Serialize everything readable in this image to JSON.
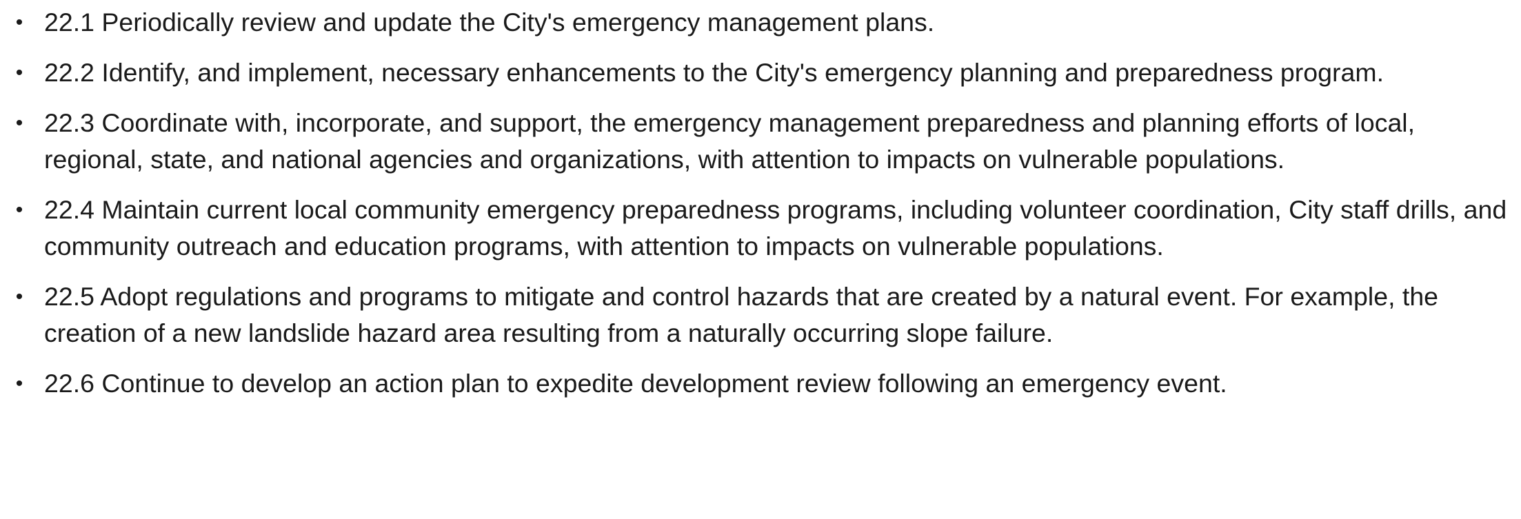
{
  "bullet_glyph": "•",
  "items": [
    {
      "text": "22.1 Periodically review and update the City's emergency management plans."
    },
    {
      "text": "22.2 Identify, and implement, necessary enhancements to the City's emergency planning and preparedness program."
    },
    {
      "text": "22.3 Coordinate with, incorporate, and support, the emergency management preparedness and planning efforts of local, regional, state, and national agencies and organizations, with attention to impacts on vulnerable populations."
    },
    {
      "text": "22.4 Maintain current local community emergency preparedness programs, including volunteer coordination, City staff drills, and community outreach and education programs, with attention to impacts on vulnerable populations."
    },
    {
      "text": "22.5 Adopt regulations and programs to mitigate and control hazards that are created by a natural event. For example, the creation of a new landslide hazard area resulting from a naturally occurring slope failure."
    },
    {
      "text": "22.6 Continue to develop an action plan to expedite development review following an emergency event."
    }
  ]
}
